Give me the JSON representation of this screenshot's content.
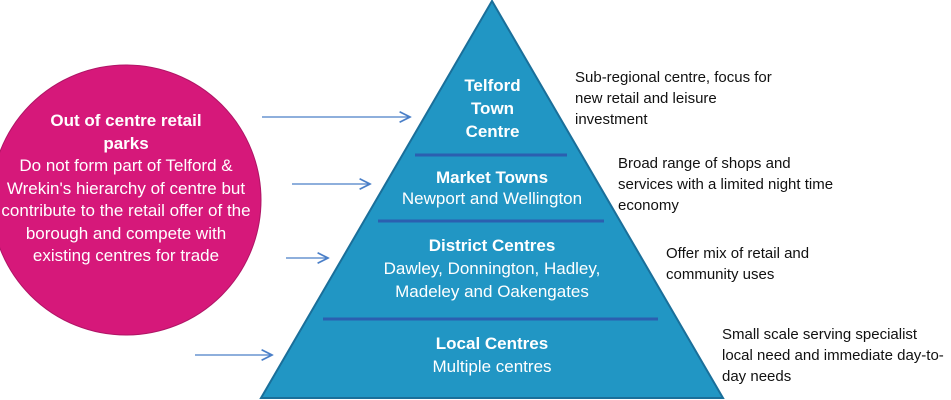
{
  "colors": {
    "pyramid": "#2196c4",
    "pyramid_edge": "#1a6f9a",
    "divider": "#2b5fb0",
    "circle": "#d6187a",
    "arrow": "#4a7fc8"
  },
  "circle": {
    "title": "Out of centre retail parks",
    "body": "Do not form part of Telford & Wrekin's hierarchy of centre but contribute to the retail offer of the borough and compete with existing centres for trade"
  },
  "tiers": [
    {
      "title": "Telford Town Centre",
      "subtitle": "",
      "description": "Sub-regional centre, focus for new retail and leisure investment"
    },
    {
      "title": "Market Towns",
      "subtitle": "Newport and Wellington",
      "description": "Broad range of shops and services with a limited night time economy"
    },
    {
      "title": "District Centres",
      "subtitle": "Dawley, Donnington, Hadley, Madeley and Oakengates",
      "description": "Offer mix of retail and community uses"
    },
    {
      "title": "Local Centres",
      "subtitle": "Multiple centres",
      "description": "Small scale serving specialist local need and immediate day-to-day needs"
    }
  ]
}
